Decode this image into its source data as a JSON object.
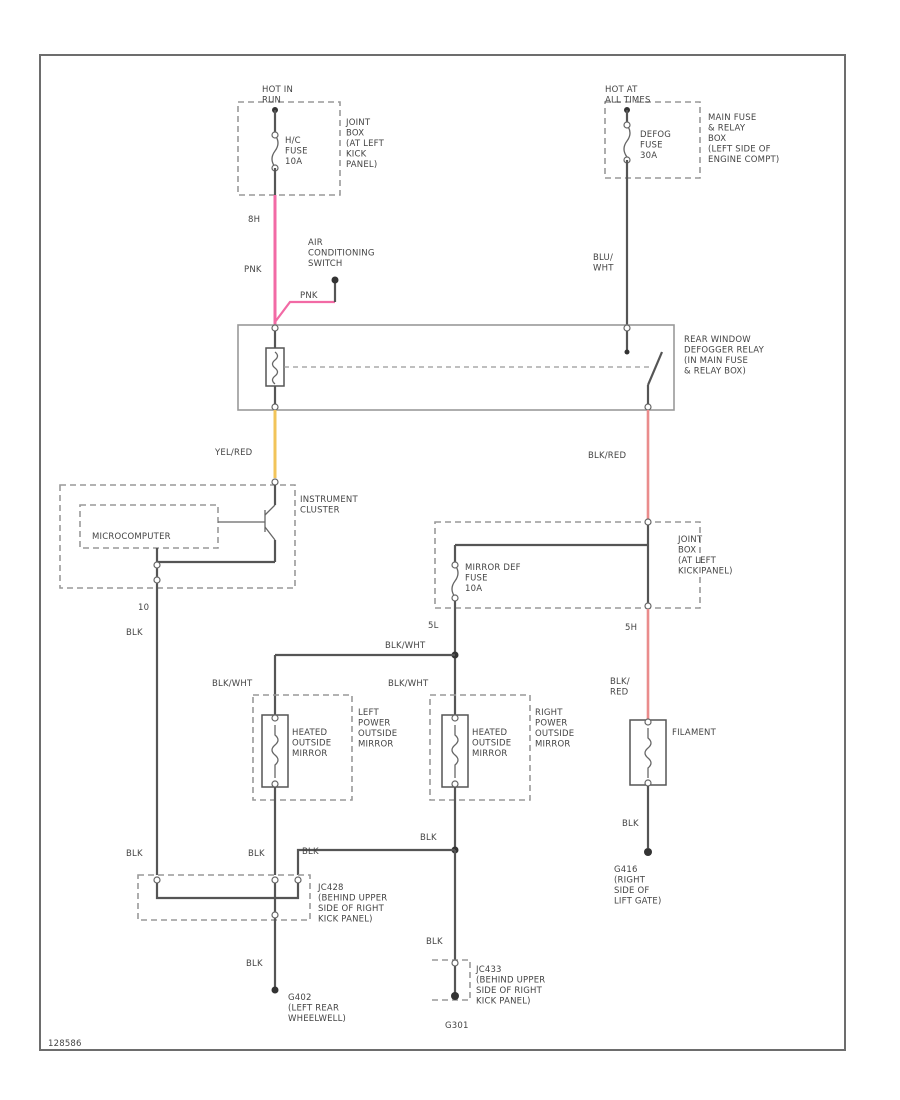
{
  "labels": {
    "hot_in_run": "HOT IN\nRUN",
    "hot_at_all_times": "HOT AT\nALL TIMES",
    "junction_box_top": "JOINT\nBOX\n(AT LEFT\nKICK\nPANEL)",
    "hvac_fuse": "H/C\nFUSE\n10A",
    "defog_fuse": "DEFOG\nFUSE\n30A",
    "main_fuse_box": "MAIN FUSE\n& RELAY\nBOX\n(LEFT SIDE OF\nENGINE COMPT)",
    "wire_8h": "8H",
    "pnk": "PNK",
    "ac_switch": "AIR\nCONDITIONING\nSWITCH",
    "pnk_branch": "PNK",
    "blu_wht_top": "BLU/\nWHT",
    "relay": "REAR WINDOW\nDEFOGGER RELAY\n(IN MAIN FUSE\n& RELAY BOX)",
    "yel_red": "YEL/RED",
    "blk_red_top": "BLK/RED",
    "instrument_cluster": "INSTRUMENT\nCLUSTER",
    "microcomputer": "MICROCOMPUTER",
    "junction_box_mid": "JOINT\nBOX\n(AT LEFT\nKICK PANEL)",
    "mirror_def_fuse": "MIRROR DEF\nFUSE\n10A",
    "wire_5l": "5L",
    "wire_5h": "5H",
    "wire_10": "10",
    "blk_left": "BLK",
    "blk_wht_run": "BLK/WHT",
    "blk_wht_left": "BLK/WHT",
    "blk_wht_right": "BLK/WHT",
    "heated_mirror": "HEATED\nOUTSIDE\nMIRROR",
    "left_mirror": "LEFT\nPOWER\nOUTSIDE\nMIRROR",
    "right_mirror": "RIGHT\nPOWER\nOUTSIDE\nMIRROR",
    "blk_red_bot": "BLK/\nRED",
    "filament": "FILAMENT",
    "blk_fil": "BLK",
    "ground_g416": "G416\n(RIGHT\nSIDE OF\nLIFT GATE)",
    "blk_a": "BLK",
    "blk_b": "BLK",
    "blk_c": "BLK",
    "blk_d": "BLK",
    "jc_connector_left": "JC428\n(BEHIND UPPER\nSIDE OF RIGHT\nKICK PANEL)",
    "jc_connector_right": "JC433\n(BEHIND UPPER\nSIDE OF RIGHT\nKICK PANEL)",
    "blk_e": "BLK",
    "blk_f": "BLK",
    "ground_g402": "G402\n(LEFT REAR\nWHEELWELL)",
    "ground_g301": "G301",
    "figure_id": "128586"
  },
  "colors": {
    "pink_wire": "#f26aa5",
    "yellow_wire": "#f2c45a",
    "red_wire": "#ea8c8c",
    "line": "#555555",
    "dashed_box": "#999999",
    "frame": "#6d6d6d"
  }
}
